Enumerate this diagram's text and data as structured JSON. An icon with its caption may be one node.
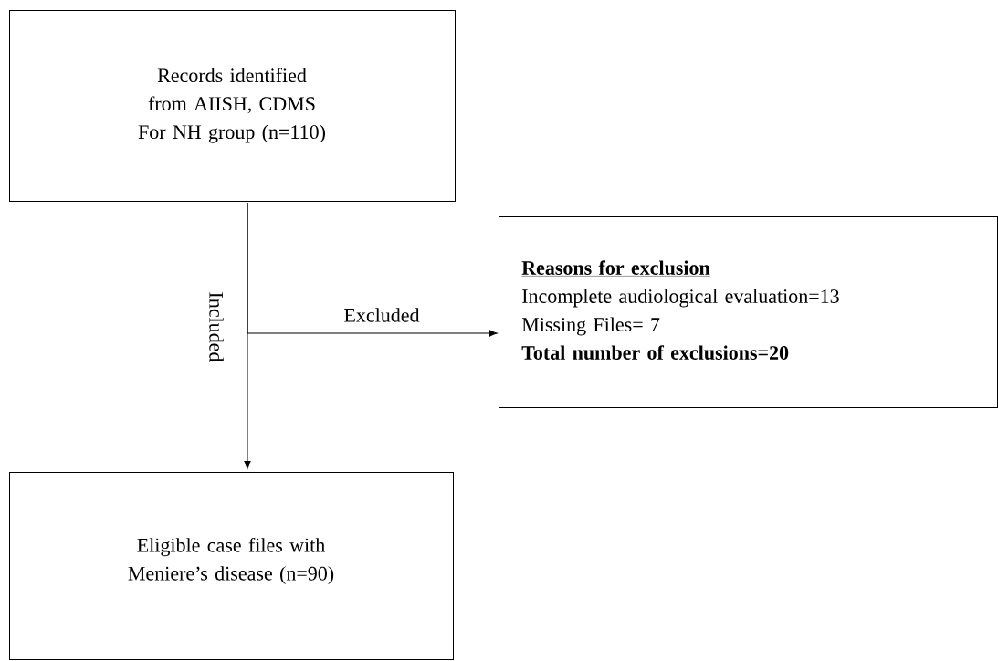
{
  "diagram": {
    "nodes": [
      {
        "text": [
          "Records identified from AIISH, CDMS",
          "For NH group (n=110)"
        ]
      },
      {
        "text": [
          "Reasons for exclusion",
          "Incomplete audiological evaluation=13",
          "Missing Files= 7",
          "Total number of exclusions=20"
        ]
      },
      {
        "text": [
          "Eligible case files with Meniere’s disease (n=90)"
        ]
      }
    ],
    "edges": [
      {
        "from": 0,
        "to": 2,
        "arrow": "to",
        "label": "Included"
      },
      {
        "from": 0,
        "to": 1,
        "arrow": "to",
        "label": "Excluded"
      }
    ]
  }
}
